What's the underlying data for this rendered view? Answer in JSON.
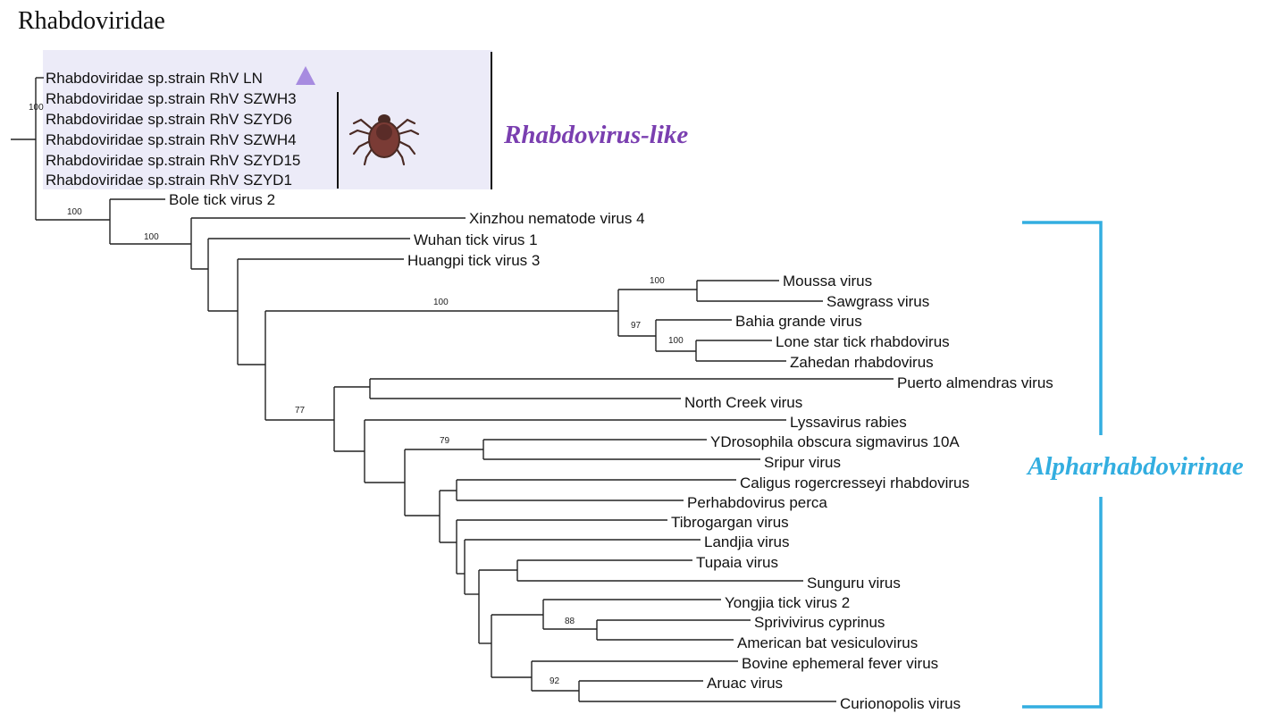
{
  "title": "Rhabdoviridae",
  "clades": {
    "rhabdovirus_like": "Rhabdovirus-like",
    "alpharhabdovirinae": "Alpharhabdovirinae"
  },
  "colors": {
    "highlight_box": "#ecebf8",
    "purple": "#7a3fb0",
    "marker": "#a78be0",
    "blue": "#33aee0",
    "branch": "#222222"
  },
  "icons": [
    "tick-icon",
    "triangle-marker-icon"
  ],
  "leaves": {
    "rhv_ln": "Rhabdoviridae sp.strain RhV LN",
    "rhv_szwh3": "Rhabdoviridae sp.strain RhV SZWH3",
    "rhv_szyd6": "Rhabdoviridae sp.strain RhV SZYD6",
    "rhv_szwh4": "Rhabdoviridae sp.strain RhV SZWH4",
    "rhv_szyd15": "Rhabdoviridae sp.strain RhV SZYD15",
    "rhv_szyd1": "Rhabdoviridae sp.strain RhV SZYD1",
    "bole": "Bole tick virus 2",
    "xinzhou": "Xinzhou nematode virus 4",
    "wuhan": "Wuhan tick virus 1",
    "huangpi": "Huangpi tick virus 3",
    "moussa": "Moussa virus",
    "sawgrass": "Sawgrass virus",
    "bahia": "Bahia grande virus",
    "lonestar": "Lone star tick rhabdovirus",
    "zahedan": "Zahedan rhabdovirus",
    "puerto": "Puerto almendras virus",
    "northcreek": "North Creek virus",
    "lyssa": "Lyssavirus rabies",
    "ydros": "YDrosophila obscura sigmavirus 10A",
    "sripur": "Sripur virus",
    "caligus": "Caligus rogercresseyi rhabdovirus",
    "perhabdo": "Perhabdovirus perca",
    "tibrogargan": "Tibrogargan virus",
    "landjia": "Landjia virus",
    "tupaia": "Tupaia virus",
    "sunguru": "Sunguru virus",
    "yongjia": "Yongjia tick virus 2",
    "sprivivirus": "Sprivivirus cyprinus",
    "americanbat": "American bat vesiculovirus",
    "bovine": "Bovine ephemeral fever virus",
    "aruac": "Aruac virus",
    "curionopolis": "Curionopolis virus"
  },
  "support": {
    "root_rhv": "100",
    "bole_node": "100",
    "xinzhou_node": "100",
    "big_node": "100",
    "moussa_node": "100",
    "bahia_node": "97",
    "lonestar_node": "100",
    "node77": "77",
    "node79": "79",
    "node88": "88",
    "node92": "92"
  }
}
